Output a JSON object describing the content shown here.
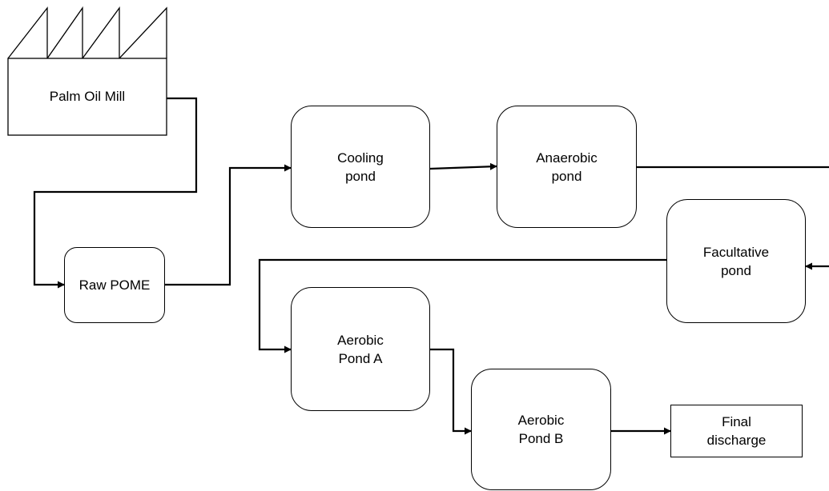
{
  "diagram": {
    "source": {
      "label": "Palm Oil Mill",
      "icon": "factory-icon"
    },
    "nodes": {
      "raw_pome": "Raw POME",
      "cooling": "Cooling\npond",
      "anaerobic": "Anaerobic\npond",
      "facultative": "Facultative\npond",
      "aerobic_a": "Aerobic\nPond A",
      "aerobic_b": "Aerobic\nPond B",
      "final": "Final\ndischarge"
    },
    "flow": [
      "Palm Oil Mill",
      "Raw POME",
      "Cooling pond",
      "Anaerobic pond",
      "Facultative pond",
      "Aerobic Pond A",
      "Aerobic Pond B",
      "Final discharge"
    ]
  }
}
